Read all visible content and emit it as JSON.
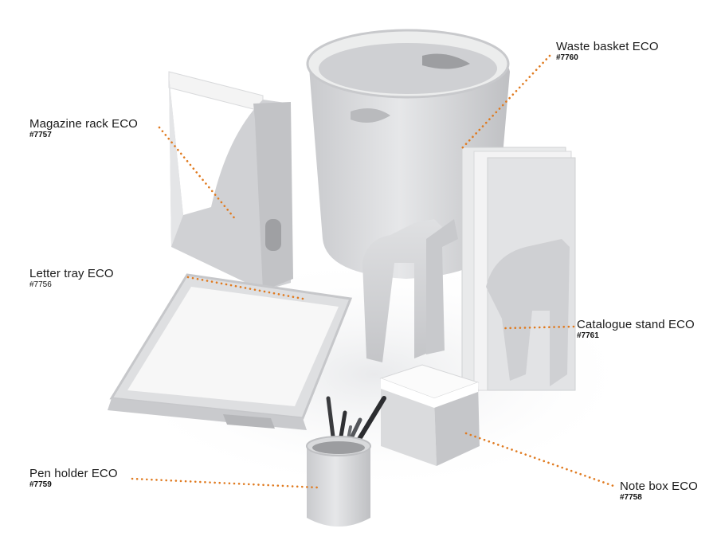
{
  "accent_color": "#e07a1f",
  "product_color": "#d6d7d9",
  "products": [
    {
      "id": "magazine-rack",
      "name": "Magazine rack ECO",
      "code": "#7757",
      "icon": "magazine-rack"
    },
    {
      "id": "waste-basket",
      "name": "Waste basket ECO",
      "code": "#7760",
      "icon": "waste-basket"
    },
    {
      "id": "letter-tray",
      "name": "Letter tray ECO",
      "code": "#7756",
      "icon": "letter-tray"
    },
    {
      "id": "catalogue-stand",
      "name": "Catalogue stand ECO",
      "code": "#7761",
      "icon": "catalogue-stand"
    },
    {
      "id": "pen-holder",
      "name": "Pen holder ECO",
      "code": "#7759",
      "icon": "pen-holder"
    },
    {
      "id": "note-box",
      "name": "Note box ECO",
      "code": "#7758",
      "icon": "note-box"
    }
  ]
}
